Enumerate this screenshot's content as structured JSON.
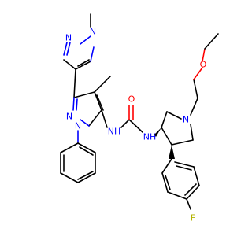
{
  "molecule": {
    "atom_labels": {
      "n_pyrazole_top_1": "N",
      "n_pyrazole_top_2": "N",
      "n_pyrazole_main_2": "N",
      "n_pyrazole_main_1": "N",
      "nh_left": "NH",
      "nh_right": "NH",
      "o_carbonyl": "O",
      "n_pyrrolidine": "N",
      "o_ether": "O",
      "f_atom": "F"
    },
    "colors": {
      "bond": "#000000",
      "nitrogen": "#0000ff",
      "oxygen": "#ff0000",
      "fluorine": "#b3b300"
    }
  }
}
